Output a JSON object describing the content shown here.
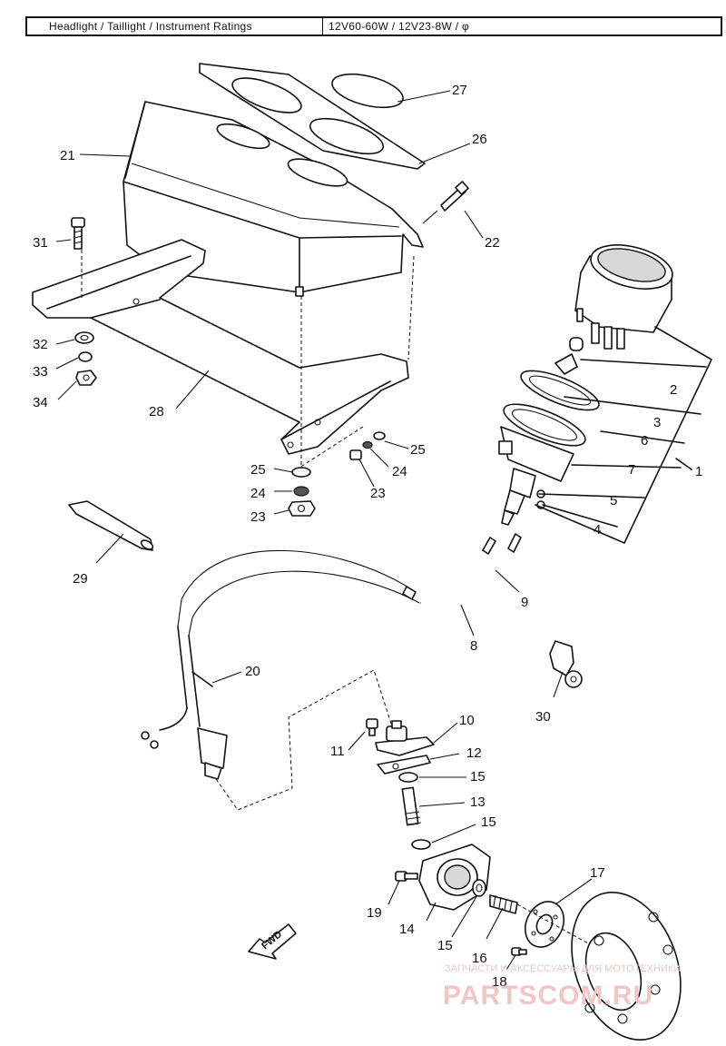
{
  "spec_table": {
    "left": "Headlight / Taillight / Instrument Ratings",
    "right": "12V60-60W / 12V23-8W / φ"
  },
  "callouts": {
    "p1": "1",
    "p2": "2",
    "p3": "3",
    "p4": "4",
    "p5": "5",
    "p6": "6",
    "p7": "7",
    "p8": "8",
    "p9": "9",
    "p10": "10",
    "p11": "11",
    "p12": "12",
    "p13": "13",
    "p14": "14",
    "p15a": "15",
    "p15b": "15",
    "p15c": "15",
    "p16": "16",
    "p17": "17",
    "p18": "18",
    "p19": "19",
    "p20": "20",
    "p21": "21",
    "p22": "22",
    "p23a": "23",
    "p23b": "23",
    "p24a": "24",
    "p24b": "24",
    "p25a": "25",
    "p25b": "25",
    "p26": "26",
    "p27": "27",
    "p28": "28",
    "p29": "29",
    "p30": "30",
    "p31": "31",
    "p32": "32",
    "p33": "33",
    "p34": "34"
  },
  "direction_label": "FWD",
  "watermark": {
    "tagline": "ЗАПЧАСТИ И АКСЕССУАРЫ ДЛЯ МОТОТЕХНИКИ",
    "brand": "PARTSCOM.RU"
  }
}
